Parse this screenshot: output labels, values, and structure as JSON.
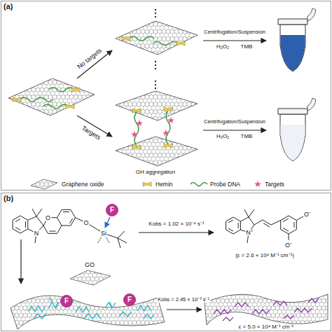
{
  "diagram": {
    "nodes": [
      {
        "text": [
          "(a)"
        ]
      },
      {
        "text": [
          "(b)"
        ]
      },
      {
        "text": [
          "F"
        ],
        "in": 1
      },
      {
        "text": [
          "F"
        ],
        "in": 1
      },
      {
        "text": [
          "F"
        ],
        "in": 1
      }
    ],
    "labels": [
      "No targets",
      "Centrifugation/Suspension",
      "H₂O₂",
      "TMB",
      "Targets",
      "Centrifugation/Suspension",
      "H₂O₂",
      "TMB",
      "GH aggregation",
      "N",
      "O",
      "O",
      "Si",
      "Kobs = 1.02 × 10⁻⁴ s⁻¹",
      "N⁺",
      "O⁻",
      "O⁻",
      "(ε = 2.6 × 10⁴ M⁻¹ cm⁻¹)",
      "GO",
      "Kobs = 2.45 × 10⁻³ s⁻¹",
      "ε = 5.0 × 10⁴ M⁻¹ cm⁻¹"
    ],
    "legend": [
      {
        "text": "Graphene oxide"
      },
      {
        "text": "Hemin"
      },
      {
        "text": "Probe DNA"
      },
      {
        "text": "Targets"
      }
    ]
  }
}
